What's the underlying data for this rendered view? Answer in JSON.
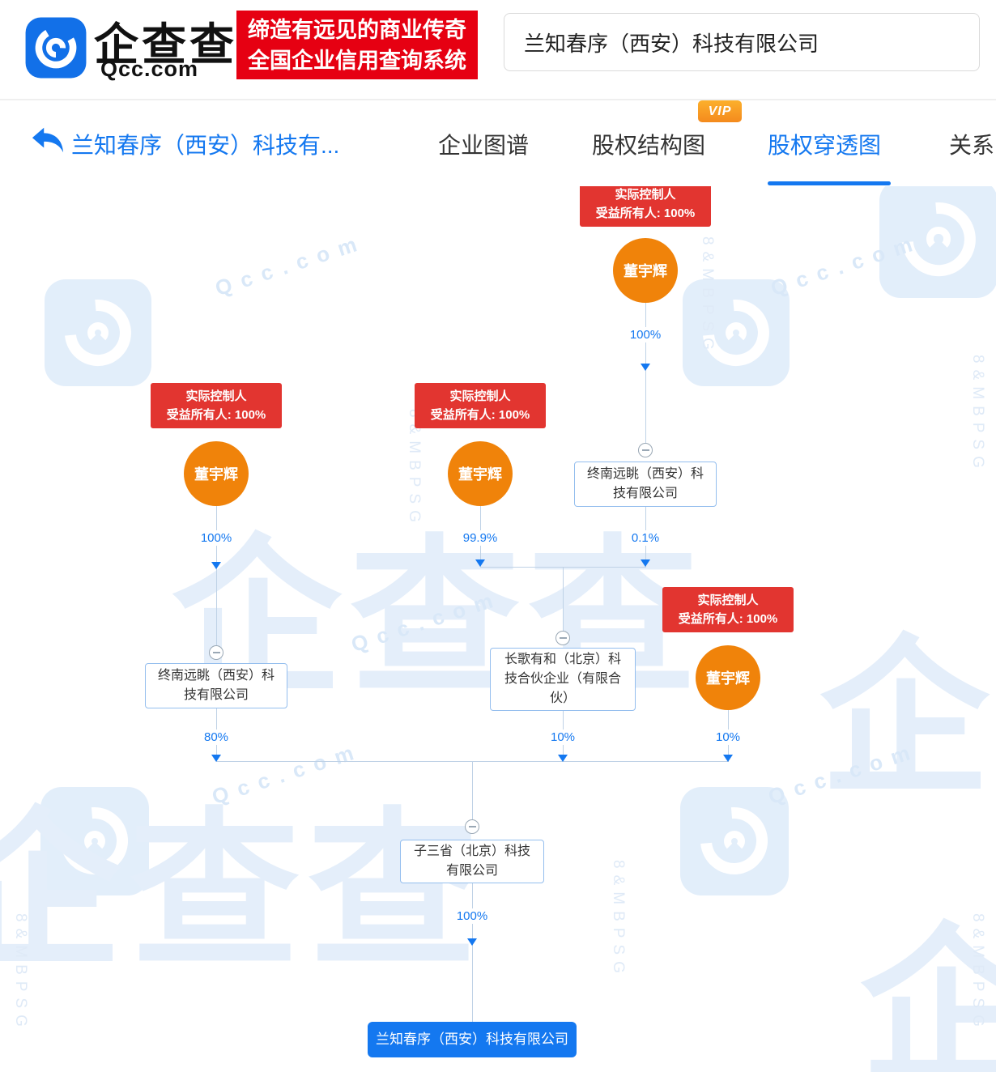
{
  "header": {
    "brand_name": "企查查",
    "brand_domain": "Qcc.com",
    "slogan_line1": "缔造有远见的商业传奇",
    "slogan_line2": "全国企业信用查询系统",
    "search_value": "兰知春序（西安）科技有限公司"
  },
  "nav": {
    "back_company": "兰知春序（西安）科技有...",
    "vip_badge": "VIP",
    "tabs": [
      {
        "label": "企业图谱"
      },
      {
        "label": "股权结构图"
      },
      {
        "label": "股权穿透图"
      },
      {
        "label": "关系"
      }
    ]
  },
  "chart": {
    "controller_badge": {
      "line1": "实际控制人",
      "line2": "受益所有人: 100%"
    },
    "person_name": "董宇辉",
    "companies": {
      "zhongnan": "终南远眺（西安）科技有限公司",
      "changge": "长歌有和（北京）科技合伙企业（有限合伙）",
      "zisansheng": "子三省（北京）科技有限公司",
      "target": "兰知春序（西安）科技有限公司"
    },
    "percents": {
      "top_100": "100%",
      "left_100": "100%",
      "mid_999": "99.9%",
      "zhongnan_01": "0.1%",
      "left_80": "80%",
      "changge_10": "10%",
      "person_10": "10%",
      "final_100": "100%"
    }
  },
  "icons": {
    "logo": "qcc-spiral-logo",
    "back": "back-arrow",
    "collapse": "minus-circle",
    "edge_arrow": "down-arrow"
  },
  "watermark": {
    "brand": "企查查",
    "domain": "Qcc.com",
    "code": "8&MBPSG"
  },
  "colors": {
    "primary_blue": "#1478F0",
    "banner_red": "#E60012",
    "badge_red": "#E23530",
    "person_orange": "#F0830A",
    "vip_orange": "#F48A1D",
    "line_gray": "#BFD2E6",
    "box_border": "#94BEEE"
  }
}
